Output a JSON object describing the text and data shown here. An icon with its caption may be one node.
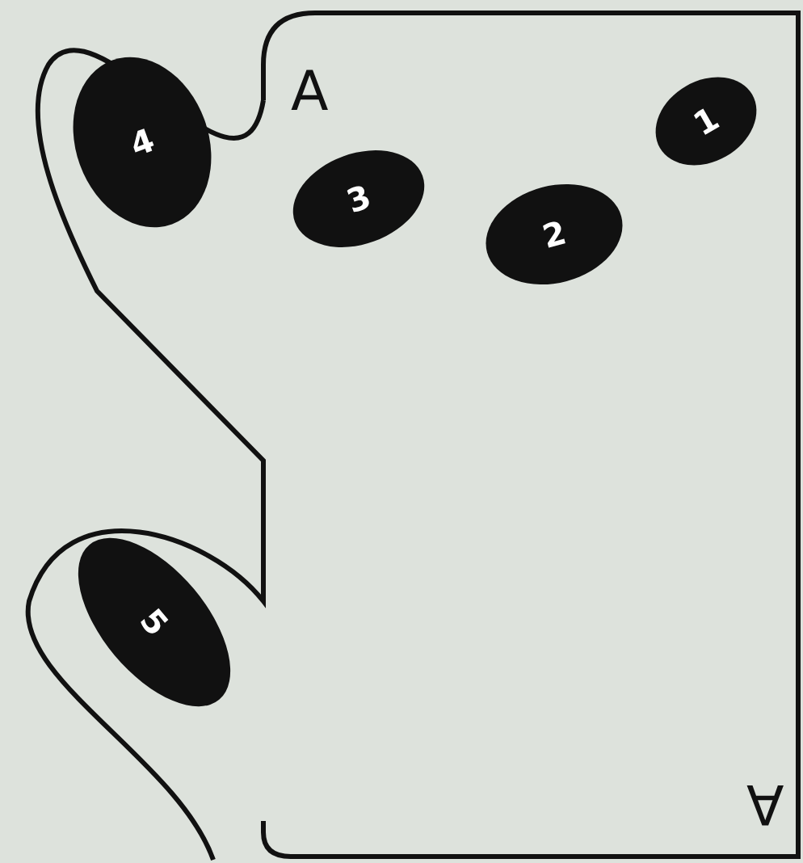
{
  "diagram": {
    "nodes": [
      {
        "text": [
          "4"
        ]
      },
      {
        "text": [
          "1"
        ]
      },
      {
        "text": [
          "3"
        ]
      },
      {
        "text": [
          "2"
        ]
      },
      {
        "text": [
          "5"
        ]
      }
    ],
    "labels": [
      "A",
      "A"
    ]
  }
}
